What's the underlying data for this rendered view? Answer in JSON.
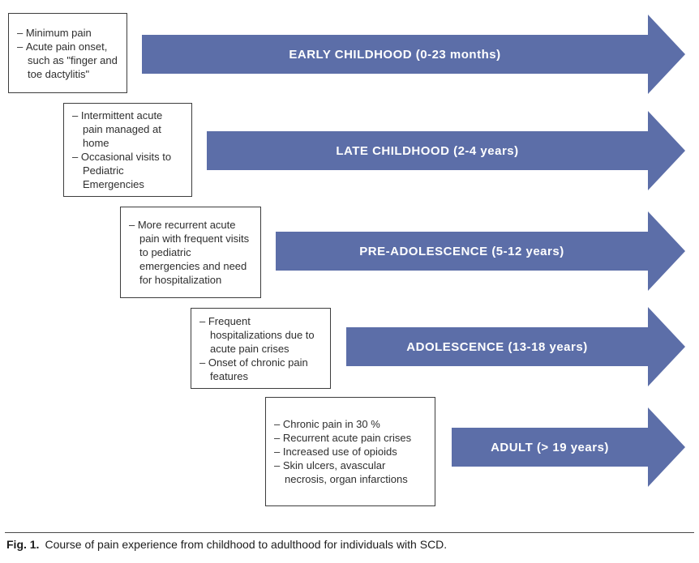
{
  "figure": {
    "caption": {
      "label": "Fig. 1.",
      "text": "Course of pain experience from childhood to adulthood for individuals with SCD."
    },
    "colors": {
      "arrow_fill": "#5c6ea8",
      "arrow_text": "#ffffff",
      "box_border": "#3d3d3d",
      "body_text": "#2e2e2e"
    },
    "stages": [
      {
        "name": "early-childhood",
        "label": "EARLY CHILDHOOD (0-23 months)",
        "bullets": [
          "Minimum pain",
          "Acute pain onset, such as \"finger and toe dactylitis\""
        ]
      },
      {
        "name": "late-childhood",
        "label": "LATE CHILDHOOD (2-4 years)",
        "bullets": [
          "Intermittent acute pain managed at home",
          "Occasional visits to Pediatric Emergencies"
        ]
      },
      {
        "name": "pre-adolescence",
        "label": "PRE-ADOLESCENCE (5-12 years)",
        "bullets": [
          "More recurrent acute pain with frequent visits to pediatric emergencies and need for hospitalization"
        ]
      },
      {
        "name": "adolescence",
        "label": "ADOLESCENCE (13-18 years)",
        "bullets": [
          "Frequent hospitalizations due to acute pain crises",
          "Onset of chronic pain features"
        ]
      },
      {
        "name": "adult",
        "label": "ADULT (> 19 years)",
        "bullets": [
          "Chronic pain in 30 %",
          "Recurrent acute pain crises",
          "Increased use of opioids",
          "Skin ulcers, avascular necrosis, organ infarctions"
        ]
      }
    ]
  }
}
